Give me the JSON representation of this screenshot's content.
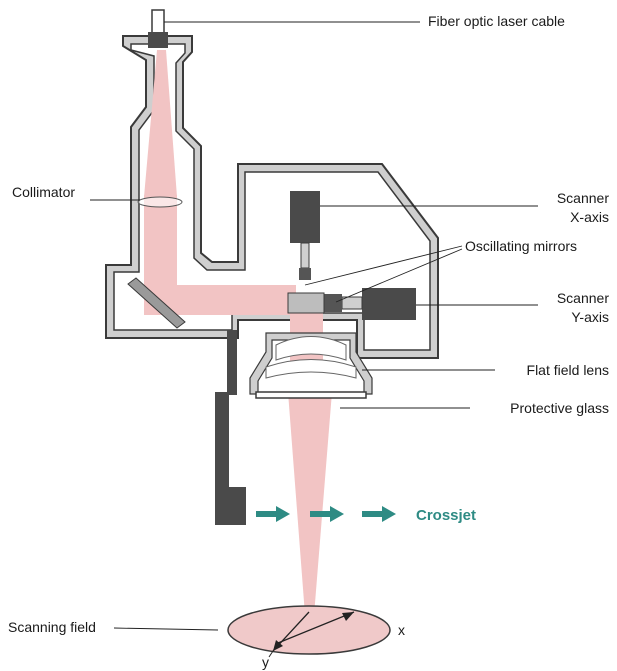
{
  "labels": {
    "fiber_cable": "Fiber optic laser cable",
    "collimator": "Collimator",
    "scanner_x_line1": "Scanner",
    "scanner_x_line2": "X-axis",
    "oscillating_mirrors": "Oscillating mirrors",
    "scanner_y_line1": "Scanner",
    "scanner_y_line2": "Y-axis",
    "flat_field_lens": "Flat field lens",
    "protective_glass": "Protective glass",
    "crossjet": "Crossjet",
    "scanning_field": "Scanning field",
    "axis_x": "x",
    "axis_y": "y"
  },
  "colors": {
    "housing_outline": "#3a3a3a",
    "housing_fill": "#cfcfcf",
    "beam": "#f2c4c4",
    "motor": "#4a4a4a",
    "crossjet": "#2e8b84",
    "scan_field": "#f0c9c9"
  }
}
